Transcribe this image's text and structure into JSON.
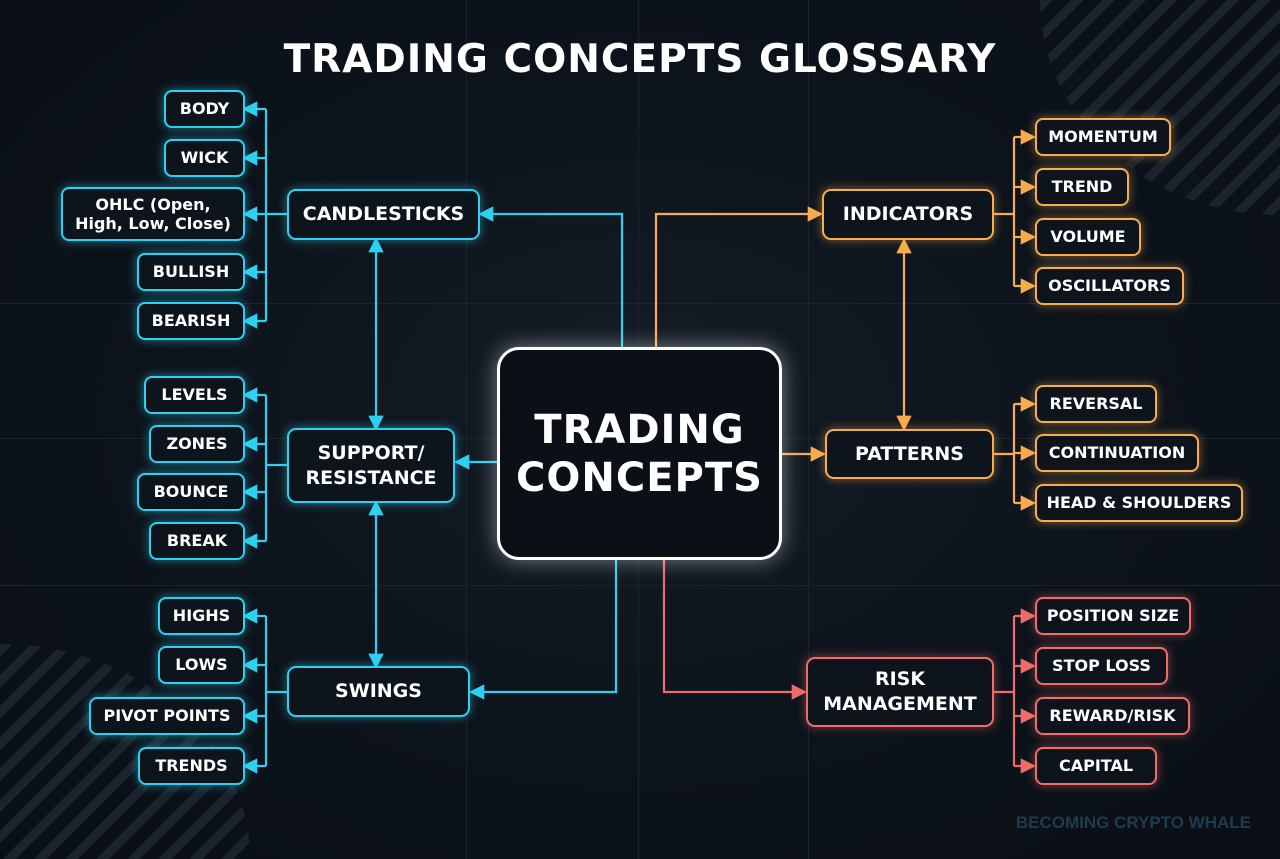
{
  "title": "TRADING CONCEPTS GLOSSARY",
  "center": "TRADING\nCONCEPTS",
  "colors": {
    "cyan": "#2ed0f0",
    "orange": "#f7ac4e",
    "red": "#f06c68",
    "background": "#0c1118"
  },
  "categories": {
    "candlesticks": {
      "label": "CANDLESTICKS",
      "items": [
        "BODY",
        "WICK",
        "OHLC (Open,\nHigh, Low, Close)",
        "BULLISH",
        "BEARISH"
      ]
    },
    "support_resistance": {
      "label": "SUPPORT/\nRESISTANCE",
      "items": [
        "LEVELS",
        "ZONES",
        "BOUNCE",
        "BREAK"
      ]
    },
    "swings": {
      "label": "SWINGS",
      "items": [
        "HIGHS",
        "LOWS",
        "PIVOT POINTS",
        "TRENDS"
      ]
    },
    "indicators": {
      "label": "INDICATORS",
      "items": [
        "MOMENTUM",
        "TREND",
        "VOLUME",
        "OSCILLATORS"
      ]
    },
    "patterns": {
      "label": "PATTERNS",
      "items": [
        "REVERSAL",
        "CONTINUATION",
        "HEAD & SHOULDERS"
      ]
    },
    "risk_management": {
      "label": "RISK\nMANAGEMENT",
      "items": [
        "POSITION SIZE",
        "STOP LOSS",
        "REWARD/RISK",
        "CAPITAL"
      ]
    }
  },
  "watermark": "BECOMING CRYPTO WHALE"
}
